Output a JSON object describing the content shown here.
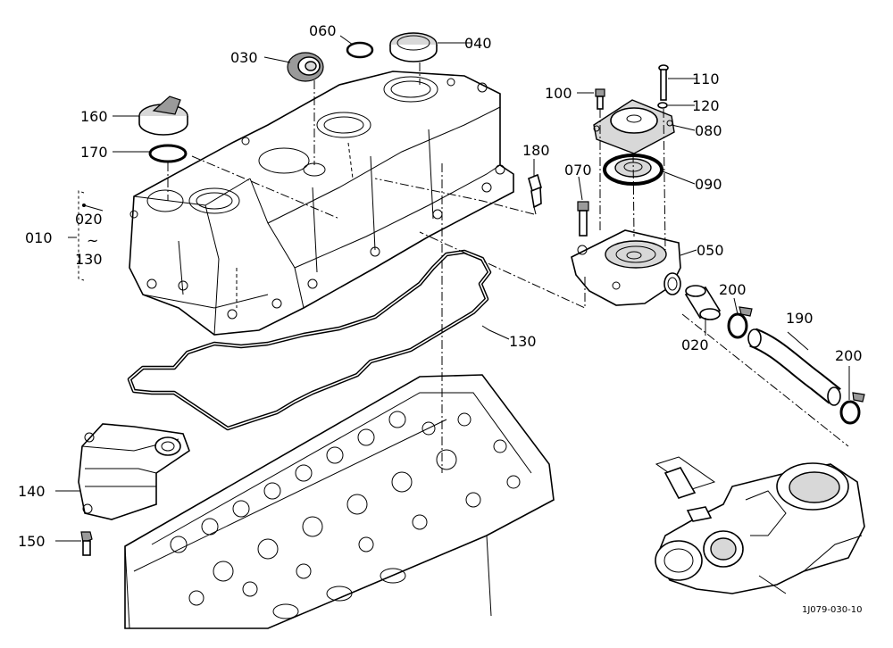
{
  "labels": {
    "p010": "010",
    "p020a": "020",
    "tilde": "~",
    "p130a": "130",
    "p030": "030",
    "p060": "060",
    "p040": "040",
    "p160": "160",
    "p170": "170",
    "p180": "180",
    "p100": "100",
    "p110": "110",
    "p120": "120",
    "p080": "080",
    "p070": "070",
    "p090": "090",
    "p050": "050",
    "p200a": "200",
    "p190": "190",
    "p020b": "020",
    "p200b": "200",
    "p130b": "130",
    "p140": "140",
    "p150": "150"
  },
  "reference_code": "1J079-030-10"
}
